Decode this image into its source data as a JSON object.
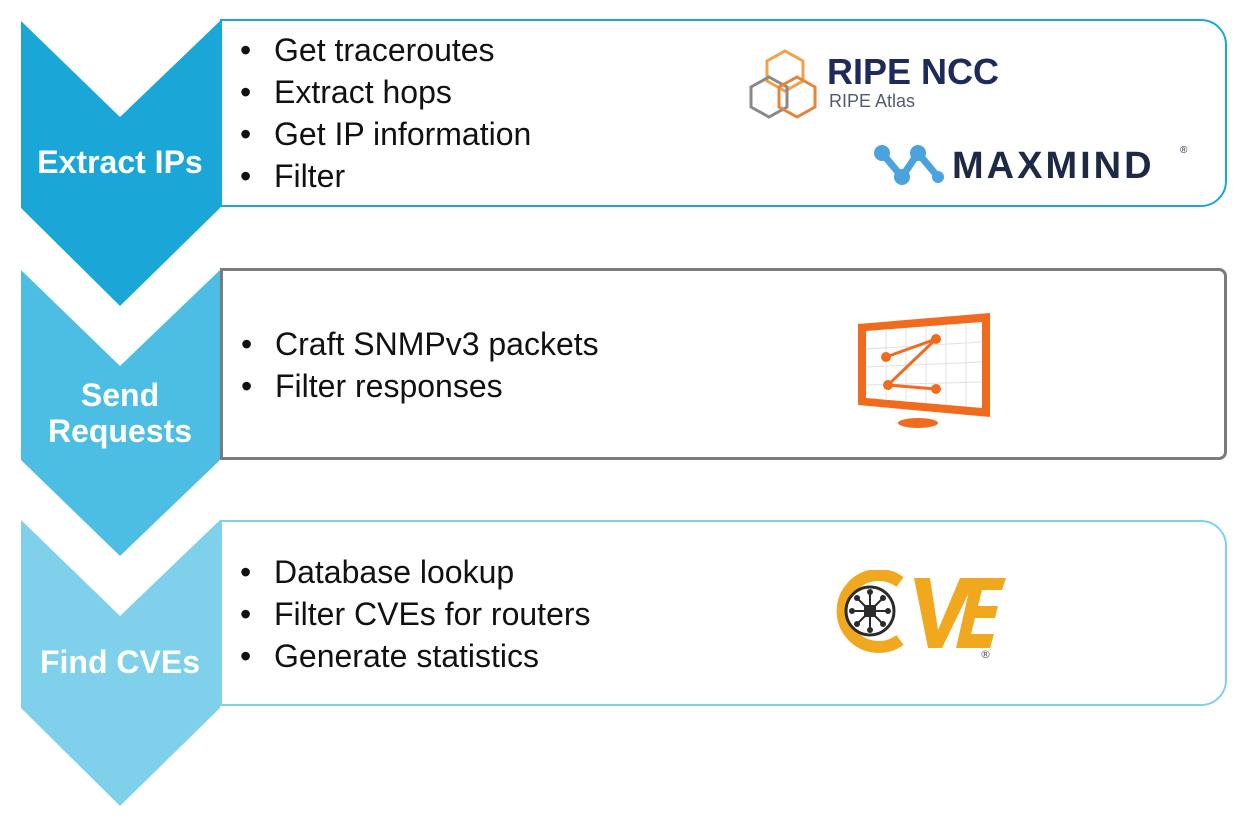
{
  "steps": [
    {
      "label": "Extract IPs",
      "bullets": [
        "Get traceroutes",
        "Extract hops",
        "Get IP information",
        "Filter"
      ],
      "color": "#1aa7d8",
      "logos": [
        {
          "icon": "ripe-cube-icon",
          "title": "RIPE NCC",
          "subtitle": "RIPE Atlas"
        },
        {
          "icon": "maxmind-molecule-icon",
          "title": "MAXMIND",
          "mark": "®"
        }
      ]
    },
    {
      "label_lines": [
        "Send",
        "Requests"
      ],
      "bullets": [
        "Craft SNMPv3 packets",
        "Filter responses"
      ],
      "color": "#4cbde3",
      "logos": [
        {
          "icon": "monitor-graph-icon"
        }
      ]
    },
    {
      "label": "Find CVEs",
      "bullets": [
        "Database lookup",
        "Filter CVEs for routers",
        "Generate statistics"
      ],
      "color": "#7fd0ea",
      "logos": [
        {
          "icon": "cve-logo-icon",
          "title": "CVE",
          "mark": "®"
        }
      ]
    }
  ]
}
